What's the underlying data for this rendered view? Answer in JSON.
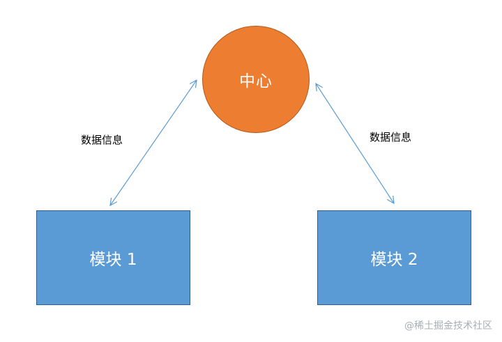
{
  "diagram": {
    "center": {
      "label": "中心",
      "color": "#ed7d31"
    },
    "modules": [
      {
        "label": "模块 1",
        "color": "#5b9bd5"
      },
      {
        "label": "模块 2",
        "color": "#5b9bd5"
      }
    ],
    "edges": [
      {
        "label": "数据信息",
        "direction": "bidirectional",
        "color": "#5b9bd5"
      },
      {
        "label": "数据信息",
        "direction": "bidirectional",
        "color": "#5b9bd5"
      }
    ]
  },
  "watermark": "@稀土掘金技术社区"
}
